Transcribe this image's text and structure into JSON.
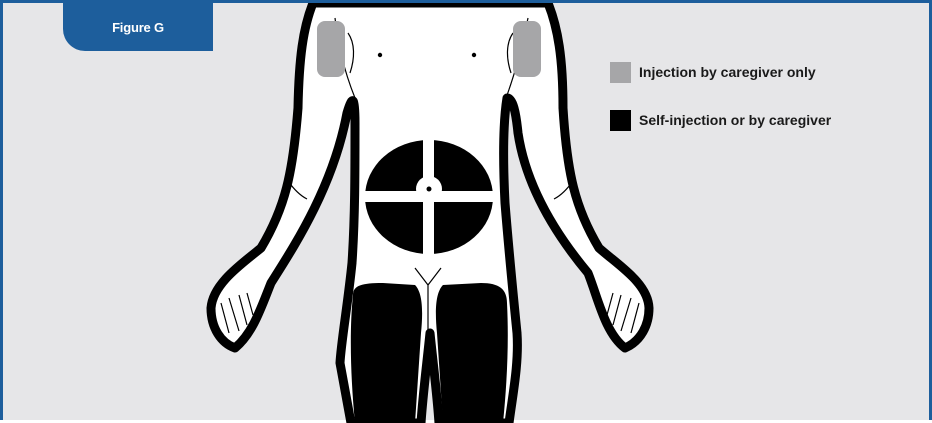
{
  "figure": {
    "tab_label": "Figure G"
  },
  "legend": [
    {
      "label": "Injection by caregiver only",
      "color": "#a6a6a8"
    },
    {
      "label": "Self-injection or by caregiver",
      "color": "#000000"
    }
  ],
  "colors": {
    "accent": "#1d5e9c",
    "background": "#e6e6e8",
    "body_fill": "#ffffff",
    "outline": "#000000"
  }
}
